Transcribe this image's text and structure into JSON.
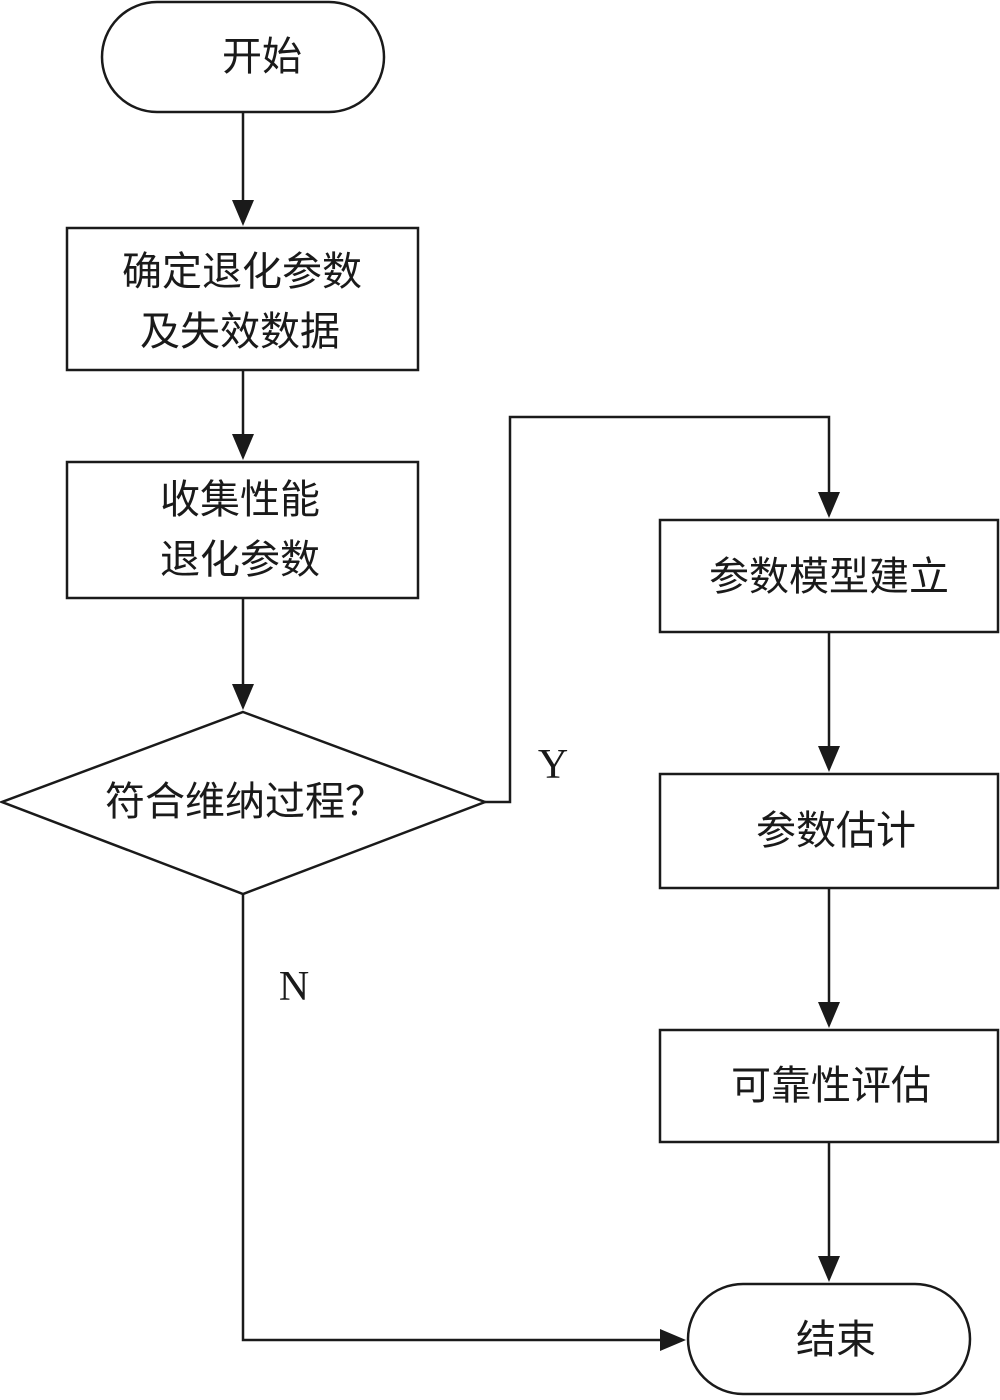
{
  "nodes": {
    "start": "开始",
    "determine": [
      "确定退化参数",
      "及失效数据"
    ],
    "collect": [
      "收集性能",
      "退化参数"
    ],
    "decision": "符合维纳过程？",
    "model": "参数模型建立",
    "estimate": "参数估计",
    "reliability": "可靠性评估",
    "end": "结束"
  },
  "edges": {
    "yes_label": "Y",
    "no_label": "N"
  },
  "colors": {
    "stroke": "#1a1a1a",
    "background": "#ffffff"
  }
}
